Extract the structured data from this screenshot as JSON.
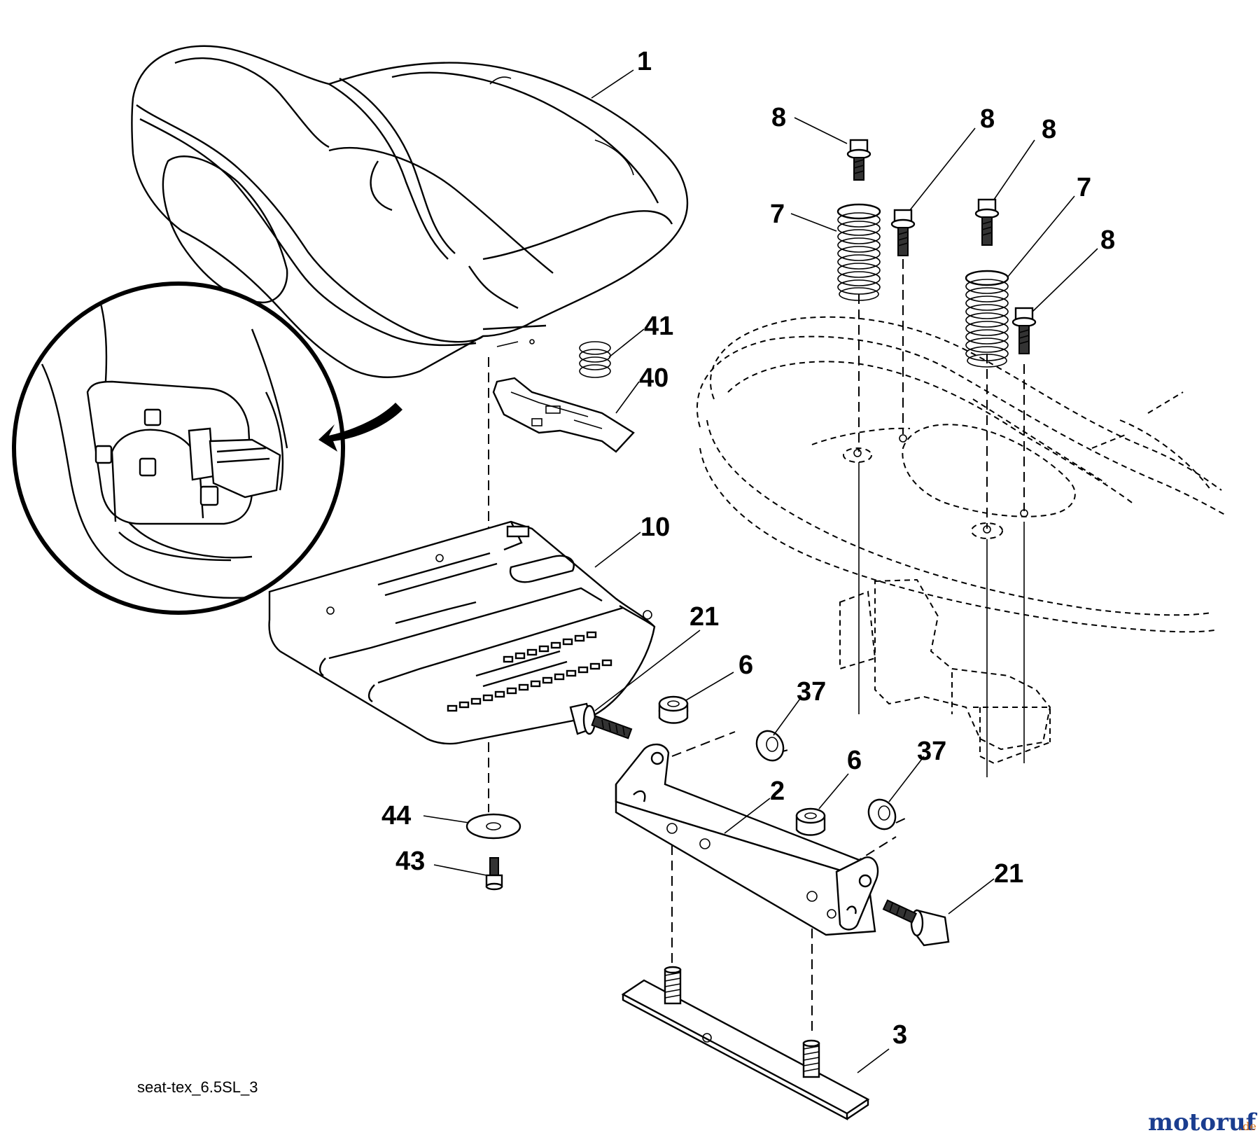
{
  "diagram": {
    "drawing_code": "seat-tex_6.5SL_3",
    "watermark": {
      "brand": "motoruf",
      "suffix": ".de",
      "brand_color": "#1a3d8f",
      "accent_color": "#e07a1f"
    },
    "callouts": [
      "1",
      "8",
      "8",
      "8",
      "7",
      "7",
      "8",
      "41",
      "40",
      "10",
      "21",
      "6",
      "37",
      "6",
      "37",
      "2",
      "44",
      "43",
      "21",
      "3"
    ],
    "parts": {
      "seat": "1",
      "seat_pan": "10",
      "bracket": "2",
      "base_plate": "3",
      "spring": "7",
      "bolt": "8",
      "shoulder_bolt": "21",
      "nut": "6",
      "washer_nut": "37",
      "switch_spring": "41",
      "switch_plate": "40",
      "washer": "44",
      "screw": "43"
    }
  }
}
